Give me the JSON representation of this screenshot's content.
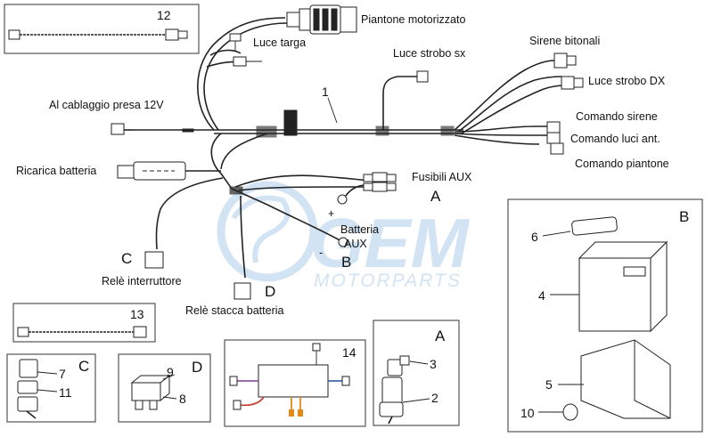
{
  "labels": {
    "piantone_motorizzato": "Piantone motorizzato",
    "luce_targa": "Luce targa",
    "luce_strobo_sx": "Luce strobo sx",
    "sirene_bitonali": "Sirene bitonali",
    "luce_strobo_dx": "Luce strobo DX",
    "al_cablaggio": "Al cablaggio presa 12V",
    "comando_sirene": "Comando sirene",
    "comando_luci": "Comando luci ant.",
    "comando_piantone": "Comando piantone",
    "ricarica_batteria": "Ricarica batteria",
    "fusibili_aux": "Fusibili AUX",
    "batteria_aux_1": "Batteria",
    "batteria_aux_2": "AUX",
    "plus": "+",
    "minus": "-",
    "rele_interruttore": "Relè interruttore",
    "rele_stacca": "Relè stacca batteria"
  },
  "letters": {
    "A": "A",
    "B": "B",
    "C": "C",
    "D": "D"
  },
  "part_numbers": {
    "n1": "1",
    "n2": "2",
    "n3": "3",
    "n4": "4",
    "n5": "5",
    "n6": "6",
    "n7": "7",
    "n8": "8",
    "n9": "9",
    "n10": "10",
    "n11": "11",
    "n12": "12",
    "n13": "13",
    "n14": "14"
  },
  "watermark": {
    "brand": "GEM",
    "tagline": "MOTORPARTS",
    "color": "#9cc3e6"
  }
}
